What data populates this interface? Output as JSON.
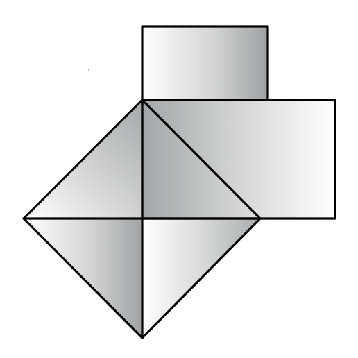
{
  "figure": {
    "kind": "geometric-solid-sketch",
    "faces": [
      {
        "name": "top-square-face",
        "shape": "square"
      },
      {
        "name": "right-rectangle-face",
        "shape": "rectangle"
      },
      {
        "name": "left-upper-triangle-face",
        "shape": "triangle"
      },
      {
        "name": "left-lower-triangle-face",
        "shape": "triangle"
      },
      {
        "name": "bottom-right-triangle-face",
        "shape": "triangle"
      }
    ],
    "colors": {
      "outline": "#000000",
      "shade_dark": "#9ea1a3",
      "shade_mid": "#cfd1d2",
      "shade_light": "#ffffff",
      "background": "#ffffff"
    }
  }
}
